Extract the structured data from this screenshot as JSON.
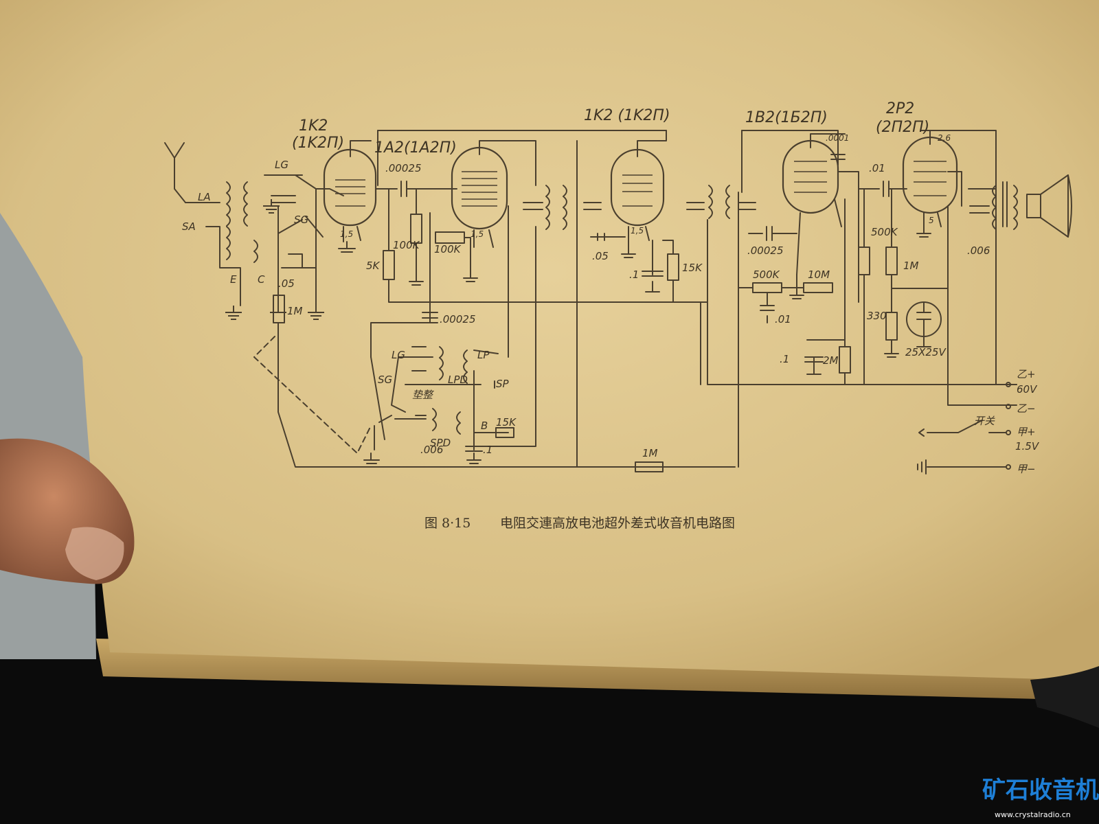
{
  "tubes": [
    {
      "type": "1K2",
      "alt": "(1K2П)"
    },
    {
      "type": "1A2(1A2П)"
    },
    {
      "type": "1K2 (1K2П)"
    },
    {
      "type": "1B2(1Б2П)"
    },
    {
      "type": "2P2",
      "alt": "(2П2П)"
    }
  ],
  "labels": {
    "LA": "LA",
    "SA": "SA",
    "E": "E",
    "C": "C",
    "LG": "LG",
    "SG": "SG",
    "c_05_a": ".05",
    "r_1M_a": "1M",
    "c_00025_a": ".00025",
    "r_5K": "5K",
    "r_100K_a": "100K",
    "r_100K_b": "100K",
    "c_00025_b": ".00025",
    "LG2": "LG",
    "SG2": "SG",
    "LPD": "LPD",
    "LP": "LP",
    "SP": "SP",
    "SPD": "SPD",
    "B": "B",
    "r_15K_a": "15K",
    "c_006_a": ".006",
    "c_1_a": ".1",
    "padder": "垫整",
    "c_05_b": ".05",
    "c_1_b": ".1",
    "r_15K_b": "15K",
    "c_00025_c": ".00025",
    "r_500K_a": "500K",
    "r_10M": "10M",
    "c_01_a": ".01",
    "c_1_c": ".1",
    "r_2M": "2M",
    "c_0001": ".0001",
    "c_01_b": ".01",
    "r_500K_b": "500K",
    "r_1M_b": "1M",
    "r_330": "330",
    "c_25x25": "25X25V",
    "c_006_b": ".006",
    "r_1M_c": "1M",
    "pin_1_5_a": "1,5",
    "pin_1_5_b": "1,5",
    "pin_1_5_c": "1,5",
    "pin_2_6": "2,6",
    "pin_5": "5"
  },
  "power": {
    "b_plus": "乙+",
    "b_voltage": "60V",
    "b_minus": "乙−",
    "switch": "开关",
    "a_plus": "甲+",
    "a_voltage": "1.5V",
    "a_minus": "甲−"
  },
  "caption": {
    "number": "图 8·15",
    "title": "电阻交連高放电池超外差式收音机电路图"
  },
  "watermark": {
    "text": "矿石收音机",
    "url": "www.crystalradio.cn",
    "color": "#1e7fd6"
  },
  "colors": {
    "paper": "#dcc48c",
    "ink": "#4a3f2e",
    "background": "#0b0b0b"
  }
}
